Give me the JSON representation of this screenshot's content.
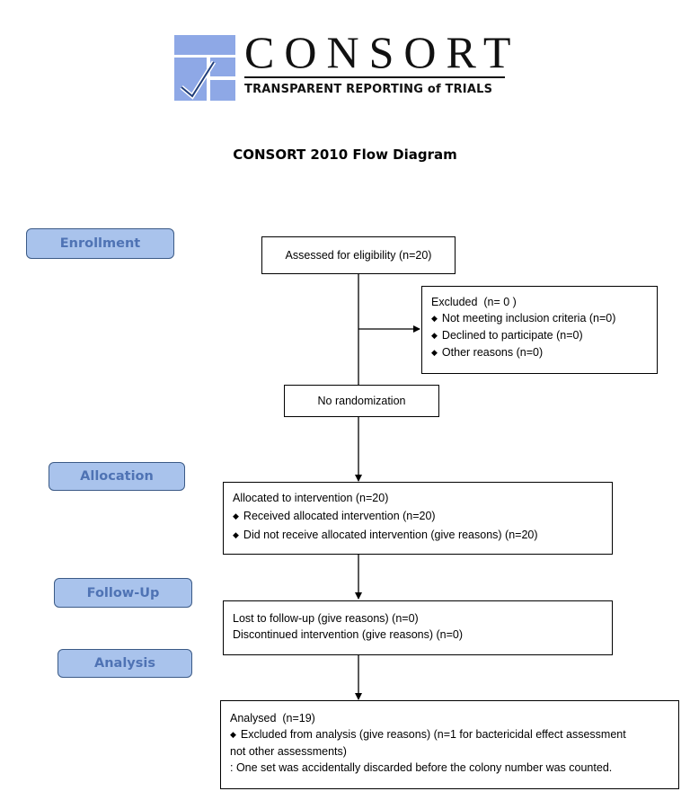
{
  "logo": {
    "word": "CONSORT",
    "tagline": "TRANSPARENT REPORTING of TRIALS"
  },
  "title": "CONSORT 2010 Flow Diagram",
  "stages": {
    "enrollment": "Enrollment",
    "allocation": "Allocation",
    "followup": "Follow-Up",
    "analysis": "Analysis"
  },
  "assessed": {
    "text": "Assessed for eligibility (n=20)"
  },
  "excluded": {
    "heading": "Excluded  (n= 0 )",
    "items": [
      "Not meeting inclusion criteria (n=0)",
      "Declined to participate (n=0)",
      "Other reasons (n=0)"
    ]
  },
  "randomization": {
    "text": "No randomization"
  },
  "allocated": {
    "heading": "Allocated to intervention (n=20)",
    "items": [
      "Received allocated intervention (n=20)",
      "Did not receive allocated intervention (give reasons) (n=20)"
    ]
  },
  "followup_box": {
    "lines": [
      "Lost to follow-up (give reasons) (n=0)",
      "Discontinued intervention (give reasons) (n=0)"
    ]
  },
  "analysed": {
    "heading": "Analysed  (n=19)",
    "bullet_line": "Excluded from analysis (give reasons) (n=1 for bactericidal effect assessment",
    "lines": [
      "not other assessments)",
      ": One set was accidentally discarded before the colony number was counted."
    ]
  },
  "colors": {
    "stage_fill": "#a9c3ec",
    "stage_text": "#4f73b4",
    "logo_blue": "#8ea8e6"
  }
}
